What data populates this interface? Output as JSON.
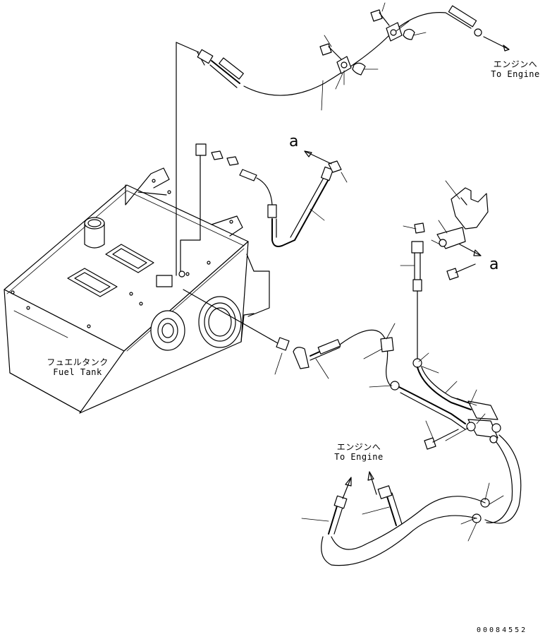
{
  "fuel_tank": {
    "label_jp": "フュエルタンク",
    "label_en": "Fuel Tank"
  },
  "to_engine_top": {
    "label_jp": "エンジンへ",
    "label_en": "To Engine"
  },
  "to_engine_bottom": {
    "label_jp": "エンジンへ",
    "label_en": "To Engine"
  },
  "callout_a_upper": "a",
  "callout_a_right": "a",
  "document_number": "00084552"
}
